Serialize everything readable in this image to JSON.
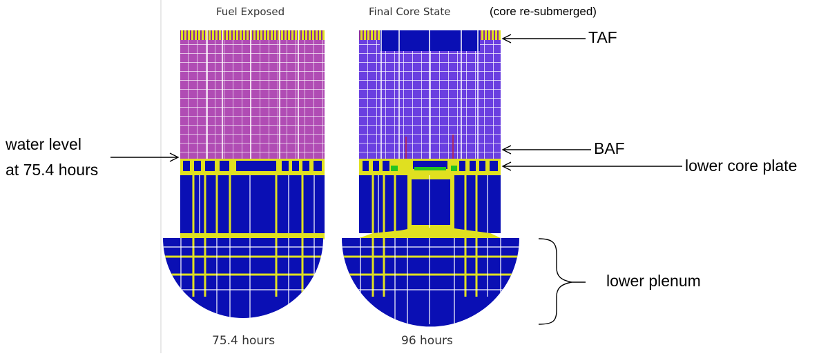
{
  "panels": [
    {
      "title": "Fuel Exposed",
      "caption": "75.4 hours"
    },
    {
      "title": "Final Core State",
      "subtitle": "(core re-submerged)",
      "caption": "96 hours"
    }
  ],
  "callouts": {
    "water_level_line1": "water level",
    "water_level_line2": "at 75.4 hours",
    "taf": "TAF",
    "baf": "BAF",
    "lower_core_plate": "lower core plate",
    "lower_plenum": "lower plenum"
  },
  "colors": {
    "fuel_exposed": "#b04cb4",
    "water": "#0a0fb4",
    "structure": "#e0e020",
    "debris": "#22c422",
    "grid_line": "#ffffff",
    "divider": "#d0d0d0"
  }
}
